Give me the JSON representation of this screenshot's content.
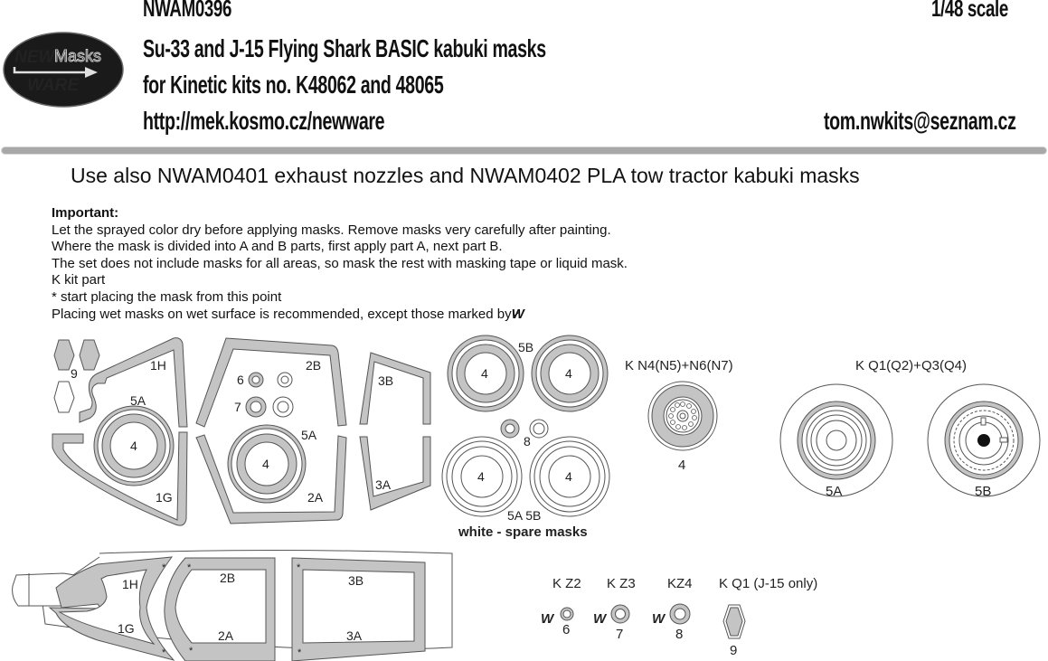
{
  "header": {
    "product_code": "NWAM0396",
    "scale": "1/48 scale",
    "title": "Su-33 and J-15 Flying Shark BASIC kabuki masks",
    "subtitle": "for Kinetic kits no. K48062 and 48065",
    "url": "http://mek.kosmo.cz/newware",
    "email": "tom.nwkits@seznam.cz",
    "logo": {
      "line1": "NEW",
      "line2": "Masks",
      "line3": "WARE",
      "icon": "arrow-right-icon"
    }
  },
  "use_also": "Use also  NWAM0401 exhaust nozzles and NWAM0402 PLA tow tractor kabuki masks",
  "notes": {
    "heading": "Important:",
    "lines": [
      "Let the sprayed color dry before applying masks. Remove masks very carefully after painting.",
      "Where the mask is divided into A and B parts, first apply part A, next part B.",
      "The set does not include masks for all areas, so mask the rest with masking tape or liquid mask.",
      "K kit part",
      "*  start placing the mask from this point",
      "Placing wet masks on wet surface is recommended, except those marked by"
    ],
    "dry_mark": "W"
  },
  "colors": {
    "mask_fill": "#c4c4c4",
    "outline": "#555555",
    "divider": "#a8a8a8",
    "logo_bg": "#1a1a1a",
    "logo_text": "#d8d8d8"
  },
  "mask_sheet": {
    "labels": {
      "p9": "9",
      "p1H": "1H",
      "p1G": "1G",
      "p5A": "5A",
      "p4": "4",
      "p2B": "2B",
      "p2A": "2A",
      "p6": "6",
      "p7": "7",
      "p3B": "3B",
      "p3A": "3A",
      "p5B": "5B",
      "p8": "8",
      "spare_5A5B": "5A 5B",
      "spare_note": "white - spare masks"
    }
  },
  "wheels": {
    "nose": {
      "kit_ref": "K N4(N5)+N6(N7)",
      "label": "4"
    },
    "main": {
      "kit_ref": "K Q1(Q2)+Q3(Q4)",
      "left_label": "5A",
      "right_label": "5B"
    }
  },
  "canopy_diagram": {
    "labels": [
      "1H",
      "1G",
      "2B",
      "2A",
      "3B",
      "3A"
    ],
    "start_marker": "*"
  },
  "small_parts": [
    {
      "kit_ref": "K Z2",
      "number": "6",
      "dry": "W"
    },
    {
      "kit_ref": "K Z3",
      "number": "7",
      "dry": "W"
    },
    {
      "kit_ref": "KZ4",
      "number": "8",
      "dry": "W"
    },
    {
      "kit_ref": "K Q1 (J-15 only)",
      "number": "9"
    }
  ]
}
